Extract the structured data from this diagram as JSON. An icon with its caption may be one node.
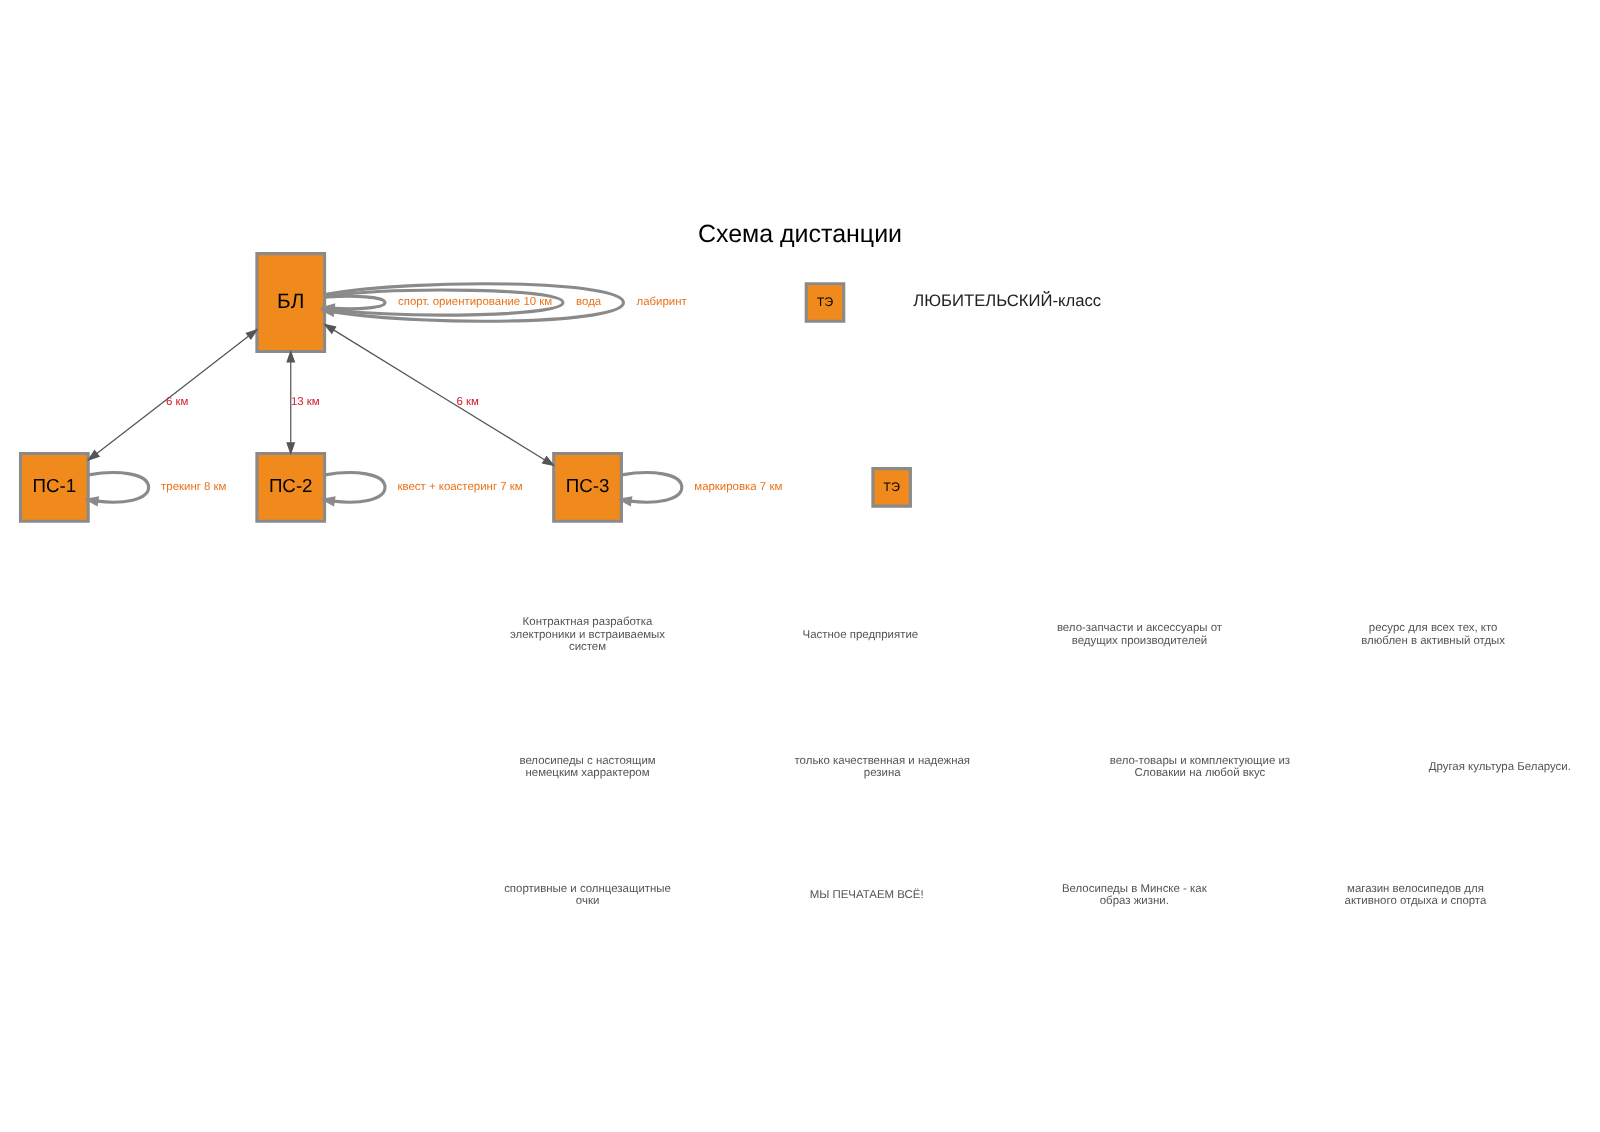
{
  "diagram": {
    "title": "Схема дистанции",
    "nodes": [
      {
        "text": [
          "БЛ"
        ]
      },
      {
        "text": [
          "ПС-1"
        ]
      },
      {
        "text": [
          "ПС-2"
        ]
      },
      {
        "text": [
          "ПС-3"
        ]
      },
      {
        "text": [
          "ТЭ"
        ]
      },
      {
        "text": [
          "ТЭ"
        ]
      }
    ],
    "edges": [
      {
        "from": 0,
        "to": 0,
        "arrow": "to",
        "label": "спорт. ориентирование 10 км"
      },
      {
        "from": 1,
        "to": 1,
        "arrow": "to",
        "label": "трекинг 8 км"
      },
      {
        "from": 0,
        "to": 0,
        "arrow": "to",
        "label": "вода"
      },
      {
        "from": 0,
        "to": 1,
        "arrow": "both",
        "label": "6 км"
      },
      {
        "from": 0,
        "to": 2,
        "arrow": "both",
        "label": "13 км"
      },
      {
        "from": 2,
        "to": 2,
        "arrow": "to",
        "label": "квест + коастеринг 7 км"
      },
      {
        "from": 0,
        "to": 3,
        "arrow": "both",
        "label": "6 км"
      },
      {
        "from": 0,
        "to": 0,
        "arrow": "to",
        "label": "лабиринт"
      },
      {
        "from": 3,
        "to": 3,
        "arrow": "to",
        "label": "маркировка 7 км"
      }
    ],
    "labels": [
      "ЛЮБИТЕЛЬСКИЙ-класс",
      "Контрактная разработка электроники и встраиваемых систем",
      "Частное предприятие",
      "вело-запчасти и аксессуары от ведущих производителей",
      "ресурс для всех тех, кто влюблен в активный отдых",
      "велосипеды с настоящим немецким харрактером",
      "только качественная и надежная резина",
      "вело-товары и комплектующие из Словакии на любой вкус",
      "Другая культура Беларуси.",
      "спортивные и солнцезащитные очки",
      "МЫ ПЕЧАТАЕМ ВСЁ!",
      "Велосипеды в Минске - как образ жизни.",
      "магазин велосипедов для активного отдыха и спорта"
    ]
  }
}
